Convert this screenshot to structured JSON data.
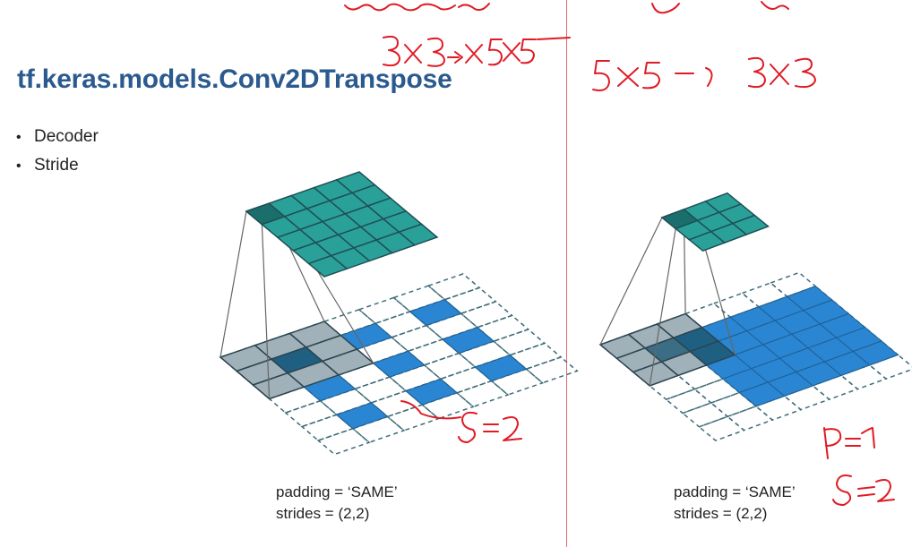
{
  "title": "tf.keras.models.Conv2DTranspose",
  "bullets": [
    "Decoder",
    "Stride"
  ],
  "left_diagram": {
    "caption_padding": "padding = ‘SAME’",
    "caption_strides": "strides = (2,2)"
  },
  "right_diagram": {
    "caption_padding": "padding = ‘SAME’",
    "caption_strides": "strides = (2,2)"
  },
  "annotations": {
    "left_top": "3x3→5x5",
    "right_top": "5x5→3x3",
    "left_s": "s=2",
    "right_p": "p=1",
    "right_s": "s=2"
  },
  "colors": {
    "teal": "#2aa198",
    "teal_dark": "#1a6f6c",
    "blue": "#2a86d2",
    "grey": "#8fa3ad",
    "grey_dark": "#1e5f82",
    "title": "#2b5a8f",
    "ink": "#e01b24"
  }
}
